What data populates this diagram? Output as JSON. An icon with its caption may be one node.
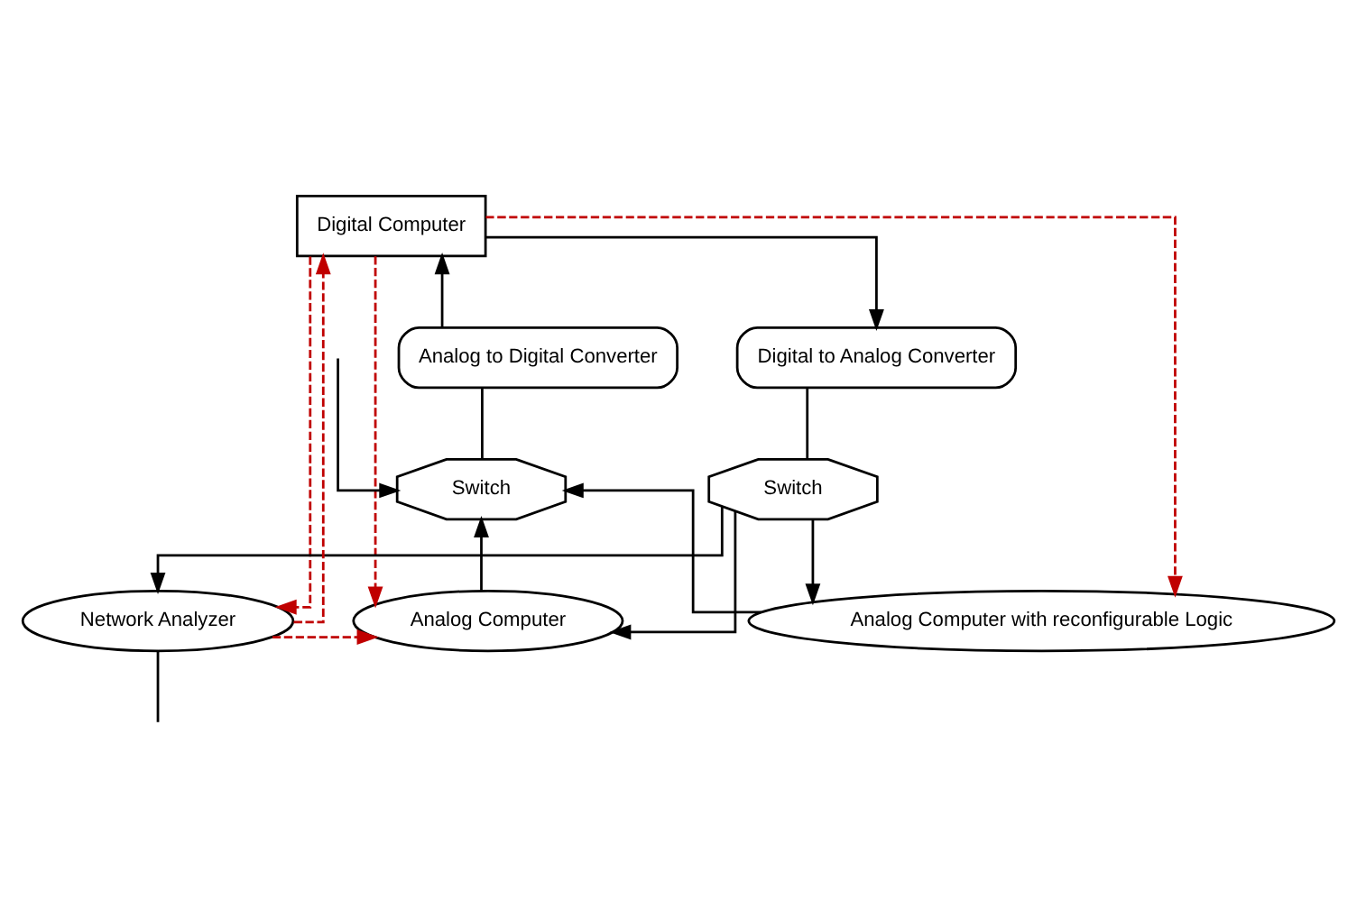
{
  "diagram": {
    "nodes": [
      {
        "text": [
          "Digital Computer"
        ]
      },
      {
        "text": [
          "Analog to Digital Converter"
        ]
      },
      {
        "text": [
          "Digital to Analog Converter"
        ]
      },
      {
        "text": [
          "Switch"
        ]
      },
      {
        "text": [
          "Switch"
        ]
      },
      {
        "text": [
          "Analog Computer"
        ]
      },
      {
        "text": [
          "Analog Computer with reconfigurable Logic"
        ]
      },
      {
        "text": [
          "Network Analyzer"
        ]
      }
    ],
    "edges": [
      {
        "from": 1,
        "to": 0,
        "arrow": "to"
      },
      {
        "from": 0,
        "to": 2,
        "arrow": "to"
      },
      {
        "from": 1,
        "to": 3,
        "arrow": "none"
      },
      {
        "from": 2,
        "to": 4,
        "arrow": "none"
      },
      {
        "from": 0,
        "to": 5,
        "arrow": "to",
        "style": "dashed",
        "color": "#c00000"
      },
      {
        "from": 0,
        "to": 6,
        "arrow": "to",
        "style": "dashed",
        "color": "#c00000"
      },
      {
        "from": 0,
        "to": 7,
        "arrow": "to",
        "style": "dashed",
        "color": "#c00000"
      },
      {
        "from": 7,
        "to": 0,
        "arrow": "to",
        "style": "dashed",
        "color": "#c00000"
      },
      {
        "from": 7,
        "to": 5,
        "arrow": "to",
        "style": "dashed",
        "color": "#c00000"
      },
      {
        "from": 4,
        "to": 5,
        "arrow": "to"
      },
      {
        "from": 4,
        "to": 6,
        "arrow": "to"
      },
      {
        "from": 4,
        "to": 7,
        "arrow": "to"
      },
      {
        "from": 5,
        "to": 3,
        "arrow": "to"
      },
      {
        "from": 6,
        "to": 3,
        "arrow": "to"
      },
      {
        "from": null,
        "to": 3,
        "arrow": "to"
      },
      {
        "from": 7,
        "to": null,
        "arrow": "none"
      }
    ]
  }
}
